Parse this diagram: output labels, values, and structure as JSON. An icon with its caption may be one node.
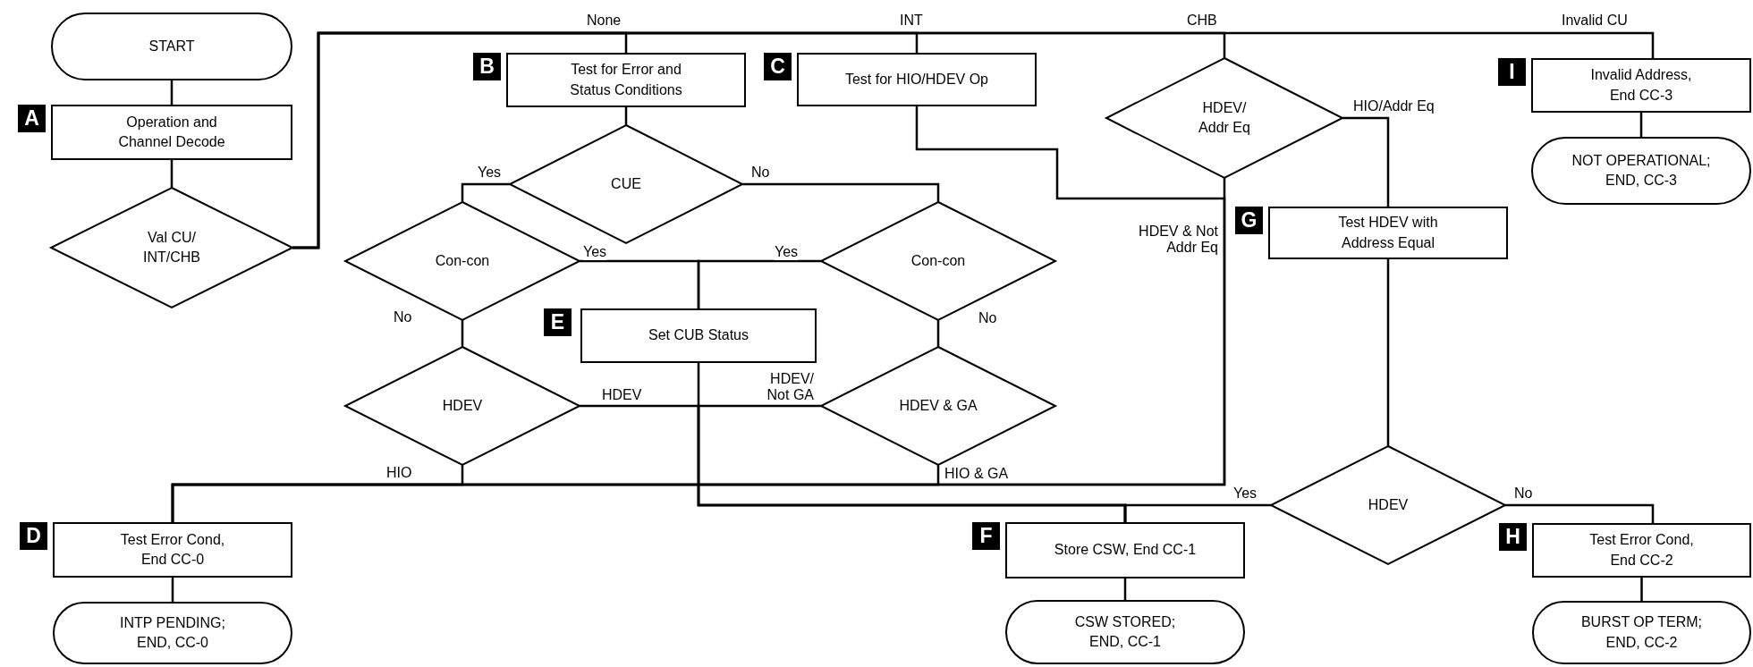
{
  "diagram": {
    "nodes": [
      {
        "text": [
          "START"
        ]
      },
      {
        "text": [
          "Operation and Channel Decode"
        ],
        "beside": [
          "A"
        ]
      },
      {
        "text": [
          "Val CU/ INT/CHB"
        ]
      },
      {
        "text": [
          "Test for Error and Status Conditions"
        ],
        "beside": [
          "B"
        ]
      },
      {
        "text": [
          "Test for HIO/HDEV Op"
        ],
        "beside": [
          "C"
        ]
      },
      {
        "text": [
          "HDEV/ Addr Eq"
        ]
      },
      {
        "text": [
          "Invalid Address, End CC-3"
        ],
        "beside": [
          "I"
        ]
      },
      {
        "text": [
          "NOT OPERATIONAL; END, CC-3"
        ]
      },
      {
        "text": [
          "CUE"
        ]
      },
      {
        "text": [
          "Con-con"
        ]
      },
      {
        "text": [
          "Con-con"
        ]
      },
      {
        "text": [
          "Test HDEV with Address Equal"
        ],
        "beside": [
          "G"
        ]
      },
      {
        "text": [
          "Set CUB Status"
        ]
      },
      {
        "text": [
          "HDEV"
        ]
      },
      {
        "text": [
          "HDEV & GA"
        ]
      },
      {
        "text": [
          "HDEV"
        ]
      },
      {
        "text": [
          "Test Error Cond, End CC-0"
        ],
        "beside": [
          "D"
        ]
      },
      {
        "text": [
          "Store CSW, End CC-1"
        ],
        "beside": [
          "F"
        ]
      },
      {
        "text": [
          "Test Error Cond, End CC-2"
        ],
        "beside": [
          "H"
        ]
      },
      {
        "text": [
          "INTP PENDING; END, CC-0"
        ]
      },
      {
        "text": [
          "CSW STORED; END, CC-1"
        ]
      },
      {
        "text": [
          "BURST OP TERM; END, CC-2"
        ]
      }
    ],
    "edges": [
      {
        "from": 0,
        "to": 1,
        "arrow": "none"
      },
      {
        "from": 1,
        "to": 2,
        "arrow": "none"
      },
      {
        "from": 2,
        "to": 3,
        "arrow": "none",
        "label": "None"
      },
      {
        "from": 2,
        "to": 4,
        "arrow": "none",
        "label": "INT"
      },
      {
        "from": 2,
        "to": 5,
        "arrow": "none",
        "label": "CHB"
      },
      {
        "from": 2,
        "to": 6,
        "arrow": "none",
        "label": "Invalid CU"
      },
      {
        "from": 3,
        "to": 8,
        "arrow": "none"
      },
      {
        "from": 8,
        "to": 9,
        "arrow": "none",
        "label": "Yes"
      },
      {
        "from": 8,
        "to": 10,
        "arrow": "none",
        "label": "No"
      },
      {
        "from": 9,
        "to": 12,
        "arrow": "none",
        "label": "Yes"
      },
      {
        "from": 10,
        "to": 12,
        "arrow": "none",
        "label": "Yes"
      },
      {
        "from": 9,
        "to": 13,
        "arrow": "none",
        "label": "No"
      },
      {
        "from": 10,
        "to": 14,
        "arrow": "none",
        "label": "No"
      },
      {
        "from": 4,
        "to": 16,
        "arrow": "none"
      },
      {
        "from": 5,
        "to": 11,
        "arrow": "none",
        "label": "HIO/Addr Eq"
      },
      {
        "from": 5,
        "to": 16,
        "arrow": "none",
        "label": "HDEV & Not Addr Eq"
      },
      {
        "from": 13,
        "to": 16,
        "arrow": "none",
        "label": "HIO"
      },
      {
        "from": 14,
        "to": 16,
        "arrow": "none",
        "label": "HIO & GA"
      },
      {
        "from": 13,
        "to": 17,
        "arrow": "none",
        "label": "HDEV"
      },
      {
        "from": 14,
        "to": 17,
        "arrow": "none",
        "label": "HDEV/ Not GA"
      },
      {
        "from": 12,
        "to": 17,
        "arrow": "none"
      },
      {
        "from": 11,
        "to": 15,
        "arrow": "none"
      },
      {
        "from": 15,
        "to": 17,
        "arrow": "none",
        "label": "Yes"
      },
      {
        "from": 15,
        "to": 18,
        "arrow": "none",
        "label": "No"
      },
      {
        "from": 6,
        "to": 7,
        "arrow": "none"
      },
      {
        "from": 16,
        "to": 19,
        "arrow": "none"
      },
      {
        "from": 17,
        "to": 20,
        "arrow": "none"
      },
      {
        "from": 18,
        "to": 21,
        "arrow": "none"
      }
    ],
    "labels": [
      "E"
    ]
  }
}
